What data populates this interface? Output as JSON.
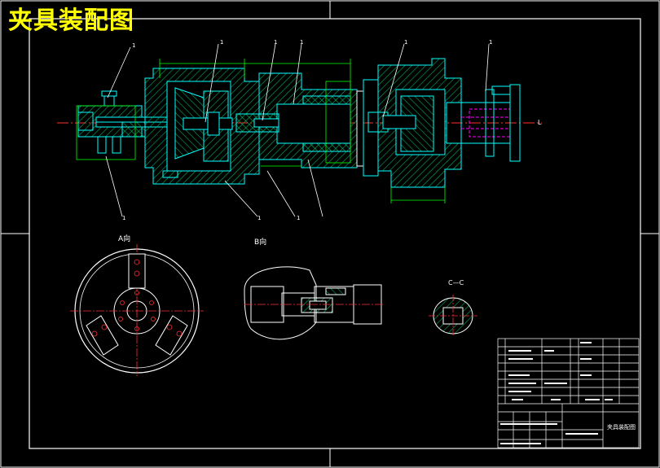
{
  "drawing": {
    "title": "夹具装配图",
    "view_a_label": "A向",
    "view_b_label": "B向",
    "section_c_label": "C—C",
    "centerline_label": "L"
  },
  "balloons": [
    "1",
    "1",
    "1",
    "1",
    "1",
    "1",
    "1",
    "1",
    "1"
  ],
  "title_block": {
    "drawing_name": "夹具装配图",
    "school": "",
    "part_header": "",
    "scale": ""
  },
  "colors": {
    "background": "#000000",
    "frame": "#ffffff",
    "outline": "#00ffff",
    "hatch": "#00cc66",
    "centerline": "#ff3030",
    "dimension": "#00ff00",
    "hidden": "#ff00ff",
    "title": "#ffff00",
    "leader": "#ffffff"
  }
}
